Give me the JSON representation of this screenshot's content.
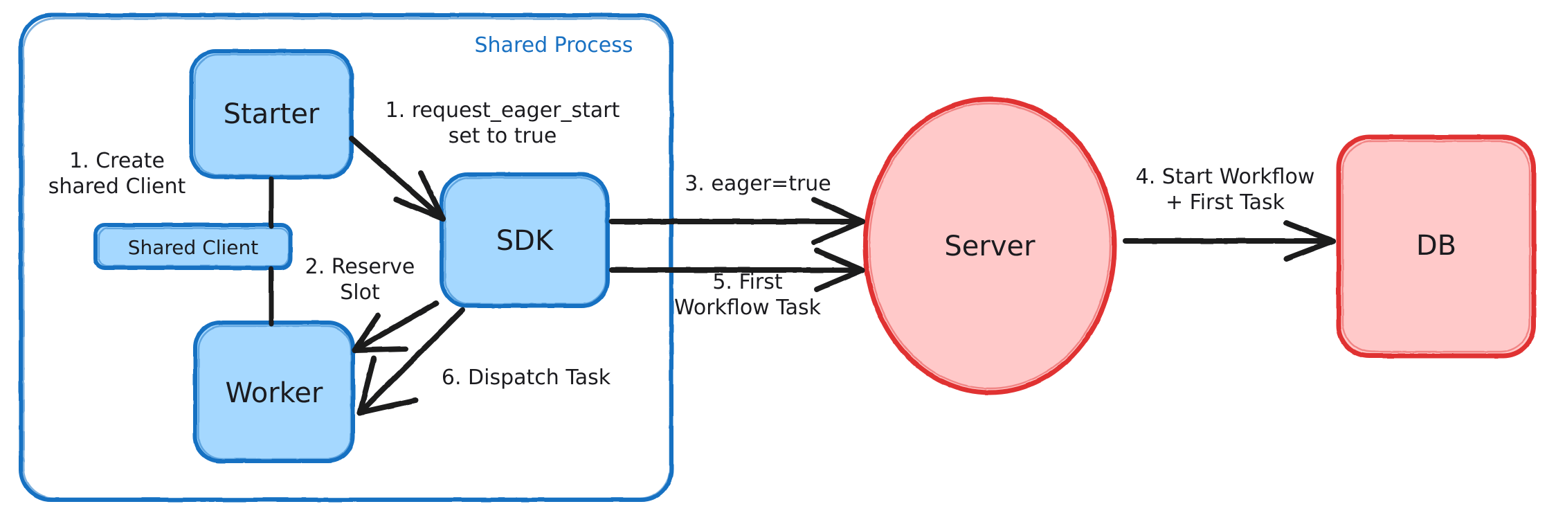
{
  "diagram": {
    "title_group": "Shared Process",
    "colors": {
      "blue_stroke": "#1971c2",
      "blue_fill": "#a5d8ff",
      "red_stroke": "#e03131",
      "red_fill": "#ffc9c9",
      "ink": "#1b1b1f",
      "background": "#ffffff"
    },
    "nodes": [
      {
        "id": "shared-process",
        "label": "Shared Process",
        "shape": "rounded-rect",
        "style": "blue-outline"
      },
      {
        "id": "starter",
        "label": "Starter",
        "shape": "rounded-rect",
        "style": "blue"
      },
      {
        "id": "shared-client",
        "label": "Shared Client",
        "shape": "rounded-rect",
        "style": "blue"
      },
      {
        "id": "worker",
        "label": "Worker",
        "shape": "rounded-rect",
        "style": "blue"
      },
      {
        "id": "sdk",
        "label": "SDK",
        "shape": "rounded-rect",
        "style": "blue"
      },
      {
        "id": "server",
        "label": "Server",
        "shape": "ellipse",
        "style": "red"
      },
      {
        "id": "db",
        "label": "DB",
        "shape": "rounded-rect",
        "style": "red"
      }
    ],
    "edges": [
      {
        "id": "e1",
        "label": "1. Create\nshared Client",
        "from": "starter",
        "to": "shared-client",
        "numbered": 1
      },
      {
        "id": "e2",
        "label": "1. request_eager_start\nset to true",
        "from": "starter",
        "to": "sdk",
        "numbered": 1
      },
      {
        "id": "e3",
        "label": "2. Reserve\nSlot",
        "from": "sdk",
        "to": "worker",
        "numbered": 2
      },
      {
        "id": "e4",
        "label": "3. eager=true",
        "from": "sdk",
        "to": "server",
        "numbered": 3
      },
      {
        "id": "e5",
        "label": "4. Start Workflow\n+ First Task",
        "from": "server",
        "to": "db",
        "numbered": 4
      },
      {
        "id": "e6",
        "label": "5. First\nWorkflow Task",
        "from": "sdk",
        "to": "server",
        "numbered": 5
      },
      {
        "id": "e7",
        "label": "6. Dispatch Task",
        "from": "sdk",
        "to": "worker",
        "numbered": 6
      }
    ]
  }
}
